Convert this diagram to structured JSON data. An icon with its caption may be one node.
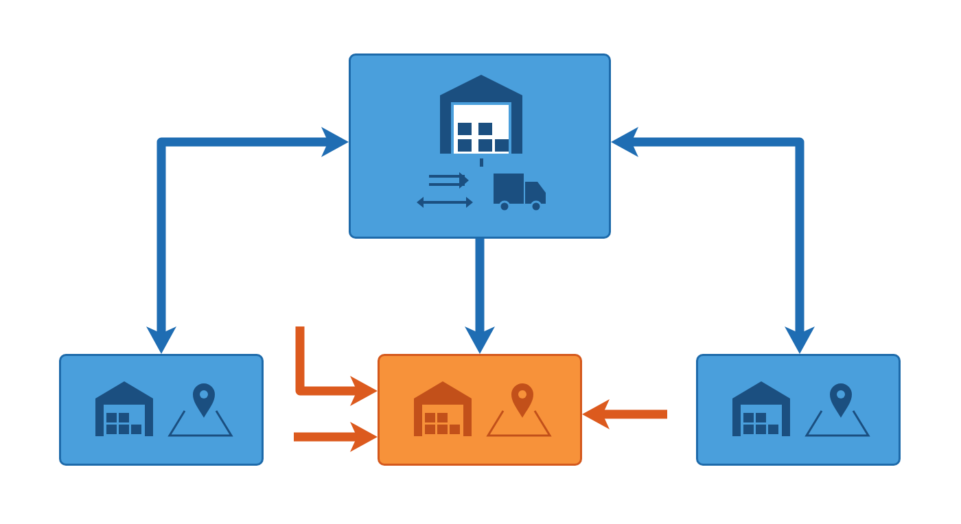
{
  "diagram": {
    "nodes": [
      {
        "text": [],
        "shape": "box"
      },
      {
        "text": [],
        "shape": "box"
      },
      {
        "text": [],
        "shape": "box"
      },
      {
        "text": [],
        "shape": "box"
      }
    ],
    "edges": [
      {
        "from": 1,
        "to": 0,
        "arrow": "both",
        "color": "#1f6db3"
      },
      {
        "from": 0,
        "to": 2,
        "arrow": "to",
        "color": "#1f6db3"
      },
      {
        "from": 3,
        "to": 0,
        "arrow": "both",
        "color": "#1f6db3"
      },
      {
        "from": null,
        "to": 2,
        "arrow": "to",
        "color": "#dc5a1e"
      },
      {
        "from": null,
        "to": 2,
        "arrow": "to",
        "color": "#dc5a1e"
      },
      {
        "from": null,
        "to": 2,
        "arrow": "to",
        "color": "#dc5a1e"
      }
    ]
  }
}
